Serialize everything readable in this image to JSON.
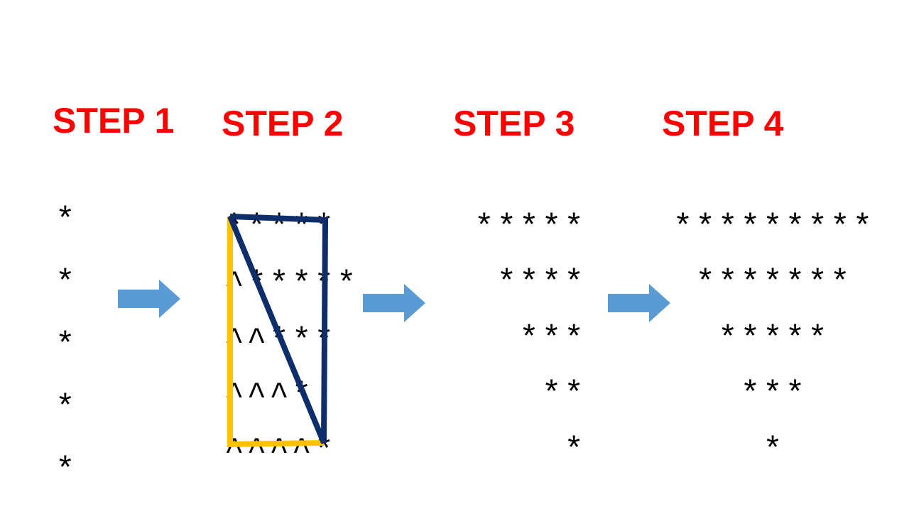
{
  "steps": [
    {
      "title": "STEP 1",
      "lines": [
        "*",
        "*",
        "*",
        "*",
        "*"
      ]
    },
    {
      "title": "STEP 2",
      "lines": [
        "*****",
        "^*****",
        "^^***",
        "^^^*",
        "^^^^*"
      ]
    },
    {
      "title": "STEP 3",
      "lines": [
        "*****",
        "****",
        "***",
        "**",
        "*"
      ]
    },
    {
      "title": "STEP 4",
      "lines": [
        "*********",
        "*******",
        "*****",
        "***",
        "*"
      ]
    }
  ],
  "colors": {
    "title": "#ff0000",
    "arrow": "#5b9bd5",
    "triangle_yellow": "#ffc000",
    "triangle_navy": "#0d2d6b"
  }
}
